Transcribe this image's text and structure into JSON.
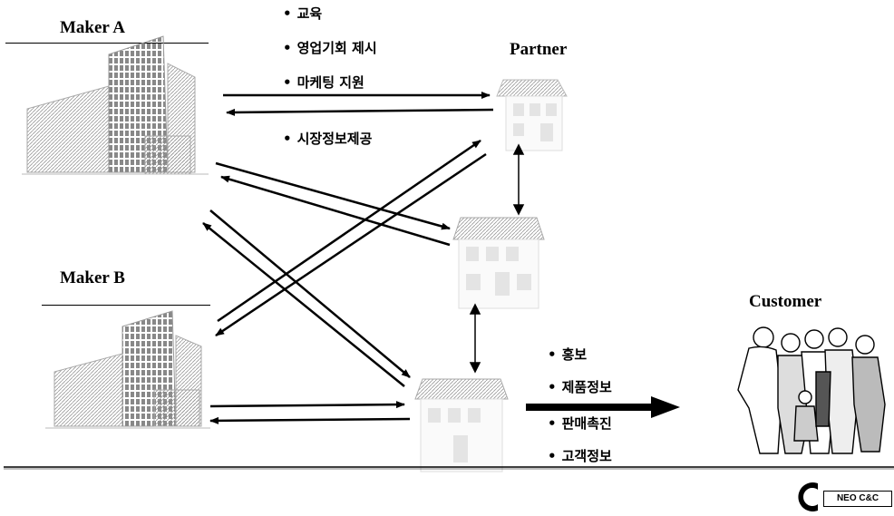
{
  "makers": [
    {
      "name": "Maker A"
    },
    {
      "name": "Maker B"
    }
  ],
  "partner": {
    "name": "Partner"
  },
  "customer": {
    "name": "Customer"
  },
  "maker_partner_flows": [
    "교육",
    "영업기회 제시",
    "마케팅 지원",
    "시장정보제공"
  ],
  "partner_customer_flows": [
    "홍보",
    "제품정보",
    "판매촉진",
    "고객정보"
  ],
  "footer": {
    "logo_text": "NEO C&C"
  }
}
